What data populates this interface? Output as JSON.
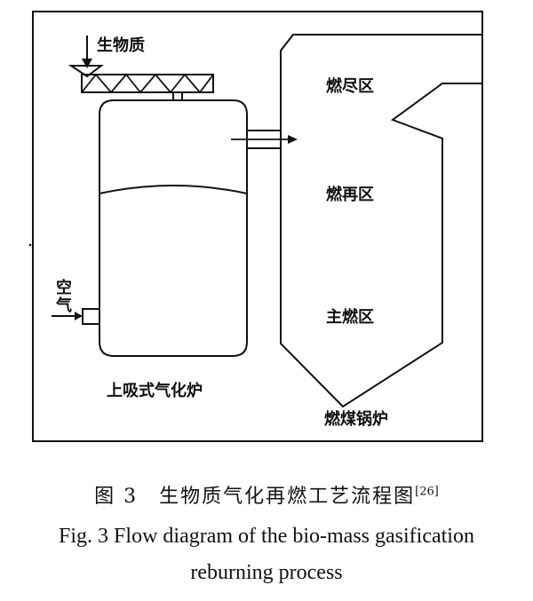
{
  "diagram": {
    "labels": {
      "biomass": "生物质",
      "air": "空气",
      "gasifier": "上吸式气化炉",
      "burnout_zone": "燃尽区",
      "reburn_zone": "燃再区",
      "main_zone": "主燃区",
      "boiler": "燃煤锅炉"
    }
  },
  "caption": {
    "cn": "图 3　生物质气化再燃工艺流程图",
    "ref": "[26]",
    "en_line1": "Fig. 3 Flow diagram of the bio-mass gasification",
    "en_line2": "reburning process"
  }
}
